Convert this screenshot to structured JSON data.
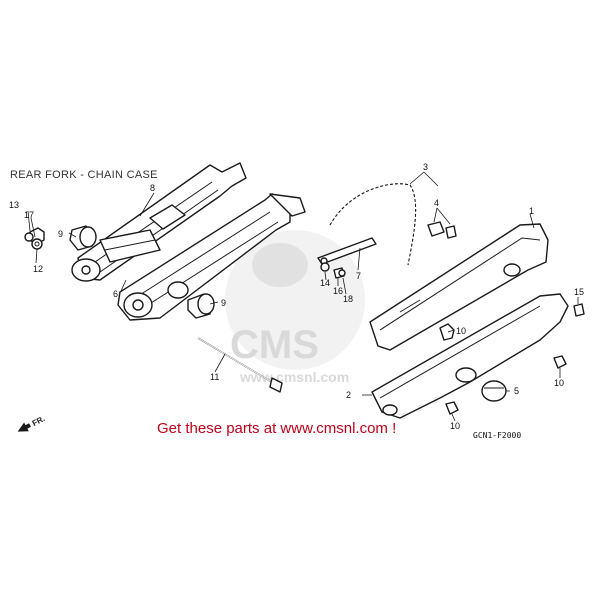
{
  "diagram": {
    "title": "REAR FORK - CHAIN CASE",
    "watermark_text": "CMS",
    "watermark_url": "www.cmsnl.com",
    "call_to_action": "Get these parts at www.cmsnl.com !",
    "call_to_action_color": "#c0001a",
    "diagram_code": "GCN1-F2000",
    "direction_label": "FR.",
    "part_numbers": [
      "1",
      "2",
      "3",
      "4",
      "5",
      "6",
      "7",
      "8",
      "9",
      "10",
      "11",
      "12",
      "13",
      "14",
      "15",
      "16",
      "17",
      "18"
    ]
  }
}
